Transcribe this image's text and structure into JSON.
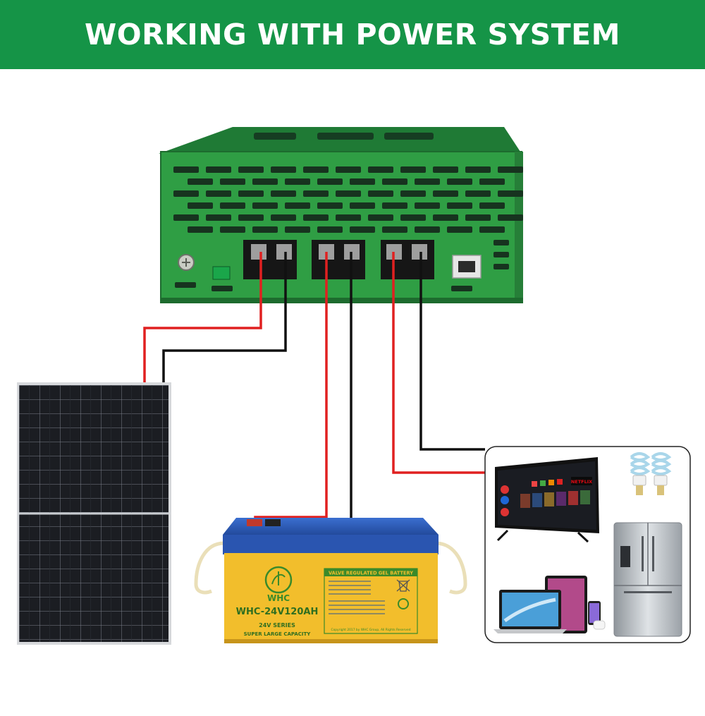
{
  "banner": {
    "title": "WORKING WITH POWER SYSTEM",
    "color": "#159447"
  },
  "controller": {
    "body_color": "#2f9e44",
    "port_groups": [
      "pv-input",
      "battery",
      "load-output"
    ]
  },
  "battery": {
    "logo_text": "WHC",
    "model": "WHC-24V120AH",
    "series": "24V SERIES",
    "capacity_line": "SUPER LARGE CAPACITY",
    "label_title": "VALVE REGULATED GEL BATTERY",
    "copyright": "Copyright 2017 by WHC Group, All Rights Reserved"
  },
  "tv": {
    "brand_tile": "NETFLIX"
  },
  "wires": {
    "positive_color": "#e02020",
    "negative_color": "#111111"
  }
}
